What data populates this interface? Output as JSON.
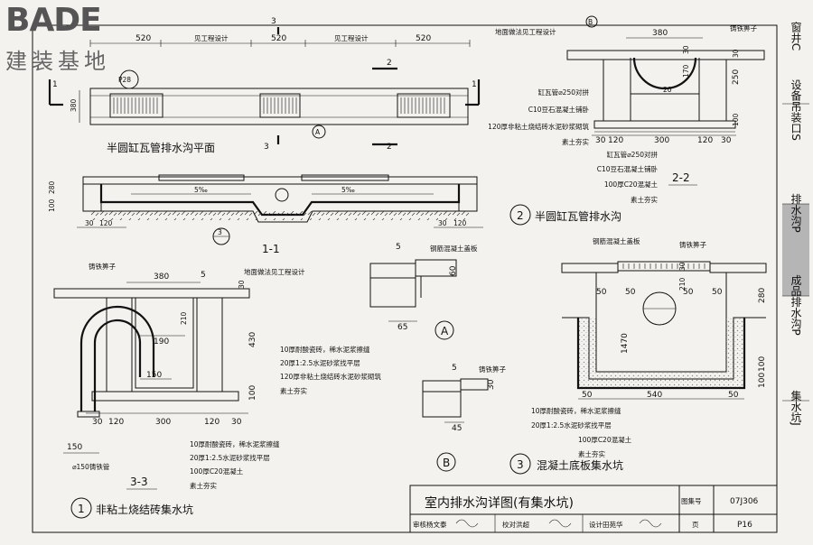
{
  "header": {
    "logo": "BADE",
    "logo_sub": "建装基地"
  },
  "side_tabs": [
    {
      "text": "窗井C",
      "active": false
    },
    {
      "text": "设备吊装口S",
      "active": false
    },
    {
      "text": "排水沟P",
      "active": true
    },
    {
      "text": "成品排水沟P",
      "active": false
    },
    {
      "text": "集水坑J",
      "active": false
    }
  ],
  "plan": {
    "title": "半圆缸瓦管排水沟平面",
    "dims": [
      "520",
      "520",
      "520"
    ],
    "note1": "见工程设计",
    "note2": "见工程设计",
    "cut1": "1",
    "cut2": "2",
    "cut3": "3",
    "callout": "P28",
    "dim_width": "380",
    "marker_A": "A"
  },
  "sec11": {
    "title": "1-1",
    "slope_left": "5‰",
    "slope_right": "5‰",
    "dims_v": [
      "280",
      "100"
    ],
    "dims_h": [
      "30",
      "120",
      "30",
      "120"
    ],
    "marker": "3"
  },
  "sec22": {
    "title": "2-2",
    "marker": "B",
    "top_label": "地面做法见工程设计",
    "right_label": "铸铁箅子",
    "dim_top": "380",
    "dims_v": [
      "250",
      "170",
      "30",
      "30",
      "100"
    ],
    "dim_inner": "20",
    "dims_bottom": [
      "30",
      "120",
      "300",
      "120",
      "30"
    ],
    "layers_upper": [
      "缸瓦管⌀250对拼",
      "C10豆石混凝土铺卧",
      "120厚非粘土烧结砖水泥砂浆砌筑",
      "素土夯实"
    ],
    "layers_lower": [
      "缸瓦管⌀250对拼",
      "C10豆石混凝土铺卧",
      "100厚C20混凝土",
      "素土夯实"
    ]
  },
  "detail2": {
    "num": "2",
    "title": "半圆缸瓦管排水沟"
  },
  "sec33": {
    "title": "3-3",
    "grate_label": "铸铁箅子",
    "top_label": "地面做法见工程设计",
    "dim_top": "380",
    "dim_5": "5",
    "dims_v": [
      "30",
      "210",
      "430",
      "100"
    ],
    "dims_inner": [
      "190",
      "150"
    ],
    "dims_bottom": [
      "30",
      "120",
      "300",
      "120",
      "30"
    ],
    "dim_pipe": "150",
    "pipe_label": "⌀150铸铁管",
    "layers_right": [
      "10厚耐酸瓷砖，稀水泥浆擦缝",
      "20厚1:2.5水泥砂浆找平层",
      "120厚非粘土烧结砖水泥砂浆砌筑",
      "素土夯实"
    ],
    "layers_bottom": [
      "10厚耐酸瓷砖，稀水泥浆擦缝",
      "20厚1:2.5水泥砂浆找平层",
      "100厚C20混凝土",
      "素土夯实"
    ]
  },
  "detail1": {
    "num": "1",
    "title": "非粘土烧结砖集水坑"
  },
  "detailA": {
    "label": "钢筋混凝土盖板",
    "dims": [
      "5",
      "60",
      "65"
    ],
    "marker": "A"
  },
  "detailB": {
    "label": "铸铁箅子",
    "dims": [
      "5",
      "30",
      "45"
    ],
    "marker": "B"
  },
  "detail3": {
    "num": "3",
    "title": "混凝土底板集水坑",
    "label_cover": "钢筋混凝土盖板",
    "label_grate": "铸铁箅子",
    "dims_top": [
      "50",
      "50",
      "50",
      "50"
    ],
    "dims_v": [
      "210",
      "30",
      "280",
      "1470",
      "100",
      "100"
    ],
    "dims_bottom": [
      "50",
      "540",
      "50"
    ],
    "layers": [
      "10厚耐酸瓷砖，稀水泥浆擦缝",
      "20厚1:2.5水泥砂浆找平层",
      "100厚C20混凝土",
      "素土夯实"
    ]
  },
  "titleblock": {
    "title": "室内排水沟详图(有集水坑)",
    "atlas_label": "图集号",
    "atlas_no": "07J306",
    "page_label": "页",
    "page_no": "P16",
    "review": "审核杨文泰",
    "check": "校对洪超",
    "design": "设计田苑华"
  }
}
